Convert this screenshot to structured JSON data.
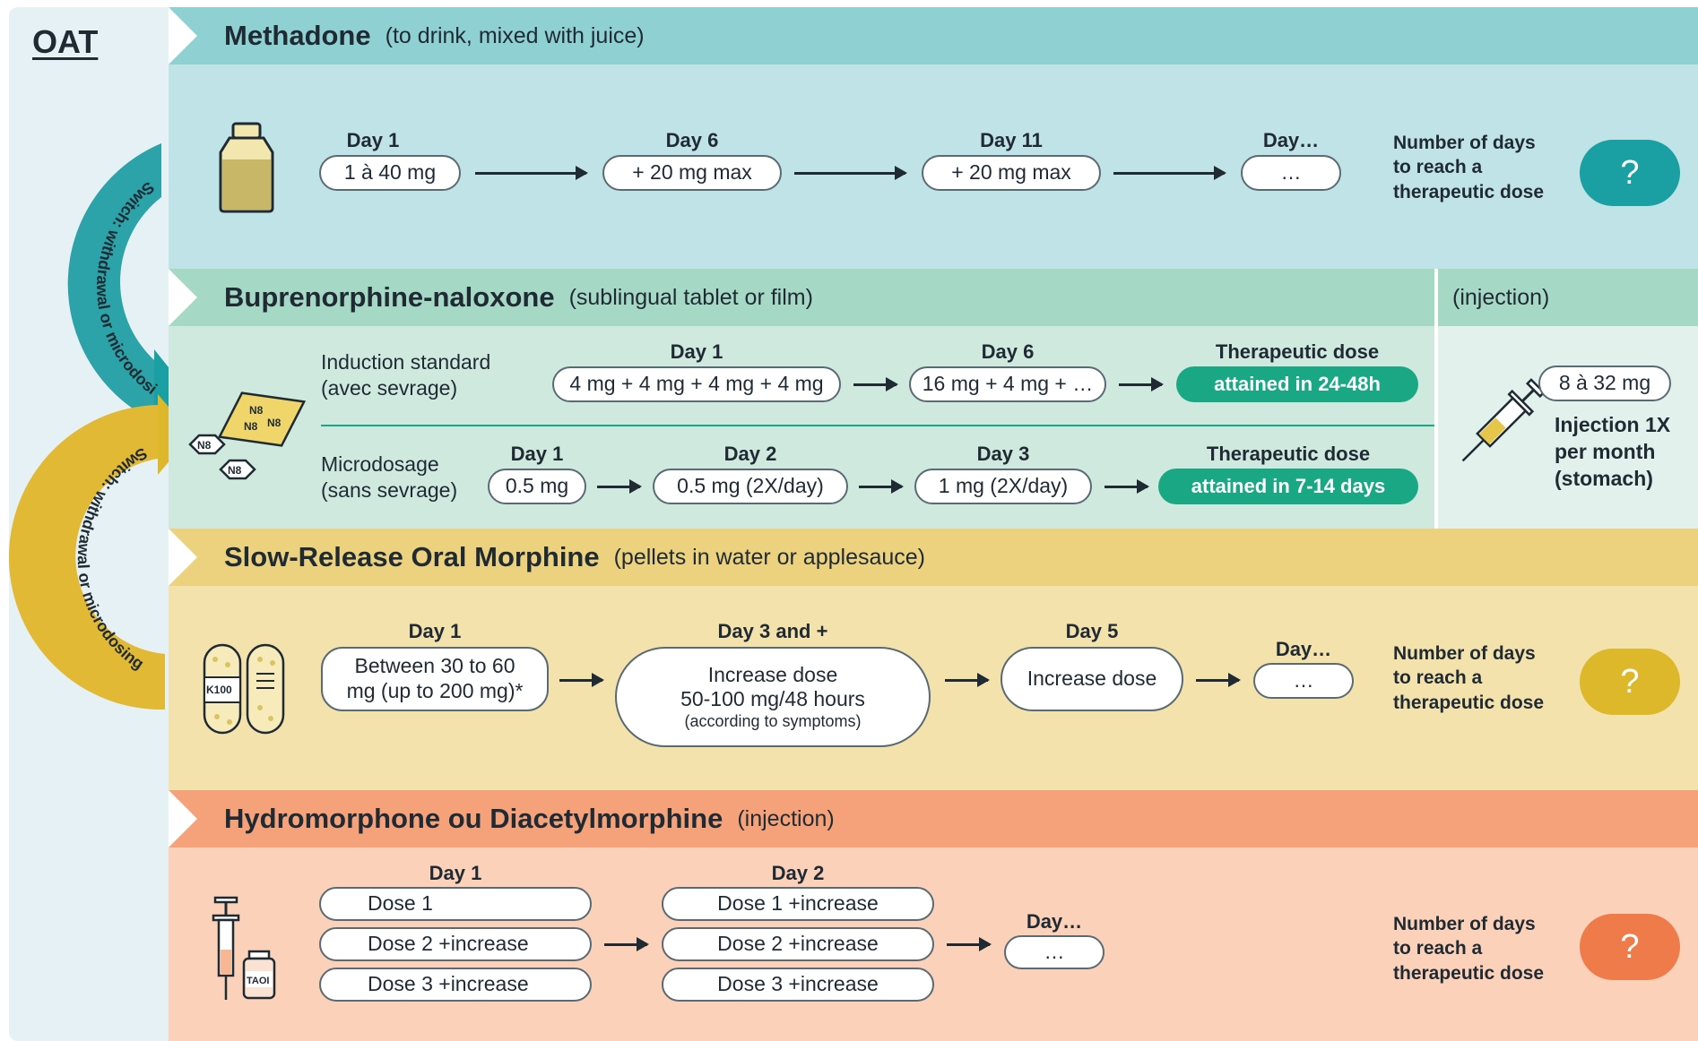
{
  "header": {
    "oat_label": "OAT"
  },
  "switches": {
    "top": "Switch: withdrawal or microdosing",
    "bottom": "Switch: withdrawal or microdosing"
  },
  "colors": {
    "methadone_band": "#8fd0d3",
    "methadone_body": "#bfe3e6",
    "methadone_accent": "#1a9fa2",
    "bup_band": "#a6d8c6",
    "bup_body": "#cfe9df",
    "bup_accent": "#1aa884",
    "morphine_band": "#ecd27e",
    "morphine_body": "#f4e2ac",
    "morphine_accent": "#dcb82a",
    "hydro_band": "#f5a27a",
    "hydro_body": "#fbd1b9",
    "hydro_accent": "#f07b4a"
  },
  "methadone": {
    "title": "Methadone",
    "subtitle": "(to drink, mixed with juice)",
    "icon": "bottle-icon",
    "steps": [
      {
        "day": "Day 1",
        "dose": "1 à 40 mg"
      },
      {
        "day": "Day 6",
        "dose": "+ 20 mg max"
      },
      {
        "day": "Day 11",
        "dose": "+ 20 mg max"
      },
      {
        "day": "Day…",
        "dose": "…"
      }
    ],
    "days_label": [
      "Number of days",
      "to reach a",
      "therapeutic dose"
    ],
    "question": "?"
  },
  "buprenorphine": {
    "title": "Buprenorphine-naloxone",
    "subtitle": "(sublingual tablet or film)",
    "tablet_label": "N8",
    "induction": {
      "label_line1": "Induction standard",
      "label_line2": "(avec sevrage)",
      "steps": [
        {
          "day": "Day 1",
          "dose": "4 mg + 4 mg + 4 mg + 4 mg"
        },
        {
          "day": "Day 6",
          "dose": "16 mg + 4 mg + …"
        }
      ],
      "result_title": "Therapeutic dose",
      "result": "attained in 24-48h"
    },
    "micro": {
      "label_line1": "Microdosage",
      "label_line2": "(sans sevrage)",
      "steps": [
        {
          "day": "Day 1",
          "dose": "0.5 mg"
        },
        {
          "day": "Day 2",
          "dose": "0.5 mg (2X/day)"
        },
        {
          "day": "Day 3",
          "dose": "1 mg (2X/day)"
        }
      ],
      "result_title": "Therapeutic dose",
      "result": "attained in 7-14 days"
    },
    "injection": {
      "title": "(injection)",
      "dose": "8 à 32 mg",
      "desc": [
        "Injection 1X",
        "per month",
        "(stomach)"
      ],
      "icon": "syringe-icon"
    }
  },
  "morphine": {
    "title": "Slow-Release Oral Morphine",
    "subtitle": "(pellets in water or applesauce)",
    "capsule_label": "K100",
    "steps": [
      {
        "day": "Day 1",
        "dose_line1": "Between 30 to 60",
        "dose_line2": "mg (up to 200 mg)*"
      },
      {
        "day": "Day 3 and +",
        "dose_line1": "Increase dose",
        "dose_line2": "50-100 mg/48 hours",
        "dose_line3": "(according to symptoms)"
      },
      {
        "day": "Day 5",
        "dose_line1": "Increase dose"
      },
      {
        "day": "Day…",
        "dose_line1": "…"
      }
    ],
    "days_label": [
      "Number of days",
      "to reach a",
      "therapeutic dose"
    ],
    "question": "?"
  },
  "hydro": {
    "title": "Hydromorphone ou Diacetylmorphine",
    "subtitle": "(injection)",
    "vial_label": "TAOI",
    "day1": {
      "day": "Day 1",
      "doses": [
        "Dose 1",
        "Dose 2 +increase",
        "Dose 3 +increase"
      ]
    },
    "day2": {
      "day": "Day 2",
      "doses": [
        "Dose 1 +increase",
        "Dose 2 +increase",
        "Dose 3 +increase"
      ]
    },
    "next": {
      "day": "Day…",
      "dose": "…"
    },
    "days_label": [
      "Number of days",
      "to reach a",
      "therapeutic dose"
    ],
    "question": "?"
  }
}
